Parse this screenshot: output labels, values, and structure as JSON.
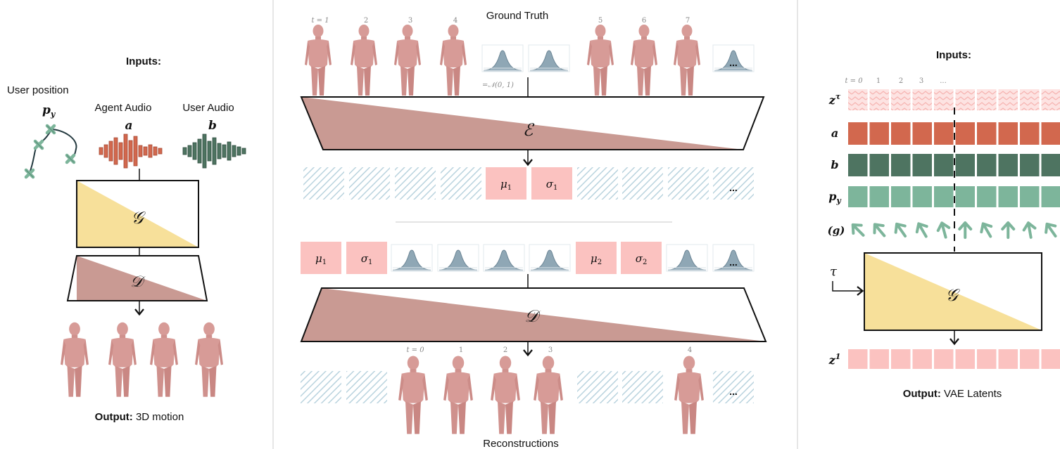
{
  "colors": {
    "agent_audio": "#d2684e",
    "user_audio": "#4e7461",
    "user_position": "#7db59b",
    "generator": "#f7e09a",
    "decoder": "#c99a93",
    "latent_pink": "#fbc2c0",
    "latent_hatch": "#b9d3de",
    "gaussian": "#8fa7b5",
    "body": "#d79b97"
  },
  "left": {
    "inputs_title": "Inputs:",
    "user_position_label": "User position",
    "user_position_symbol": "p",
    "user_position_sub": "y",
    "agent_audio_label": "Agent Audio",
    "agent_audio_symbol": "a",
    "user_audio_label": "User Audio",
    "user_audio_symbol": "b",
    "generator_symbol": "𝒢",
    "decoder_symbol": "𝒟",
    "output_bold": "Output:",
    "output_text": " 3D motion"
  },
  "middle": {
    "top_title": "Ground Truth",
    "top_ticks": [
      "t = 1",
      "2",
      "3",
      "4",
      "5",
      "6",
      "7"
    ],
    "normal_label": "=𝒩(0, 1)",
    "encoder_symbol": "ℰ",
    "latent_row": {
      "mu": "μ",
      "mu_sub": "1",
      "sigma": "σ",
      "sigma_sub": "1",
      "ellipsis": "..."
    },
    "decoder_row": {
      "mu1": "μ",
      "mu1_sub": "1",
      "sigma1": "σ",
      "sigma1_sub": "1",
      "mu2": "μ",
      "mu2_sub": "2",
      "sigma2": "σ",
      "sigma2_sub": "2",
      "ellipsis": "..."
    },
    "decoder_symbol": "𝒟",
    "bottom_ticks": [
      "t = 0",
      "1",
      "2",
      "3",
      "4"
    ],
    "bottom_title": "Reconstructions",
    "gauss_ellipsis": "...",
    "hatch_ellipsis": "..."
  },
  "right": {
    "inputs_title": "Inputs:",
    "ticks": [
      "t = 0",
      "1",
      "2",
      "3",
      "..."
    ],
    "row_z_tau": "z",
    "row_z_tau_sup": "τ",
    "row_a": "a",
    "row_b": "b",
    "row_p": "p",
    "row_p_sub": "y",
    "row_g": "(g)",
    "tau_label": "τ",
    "generator_symbol": "𝒢",
    "row_z1": "z",
    "row_z1_sup": "1",
    "output_bold": "Output:",
    "output_text": " VAE Latents"
  }
}
